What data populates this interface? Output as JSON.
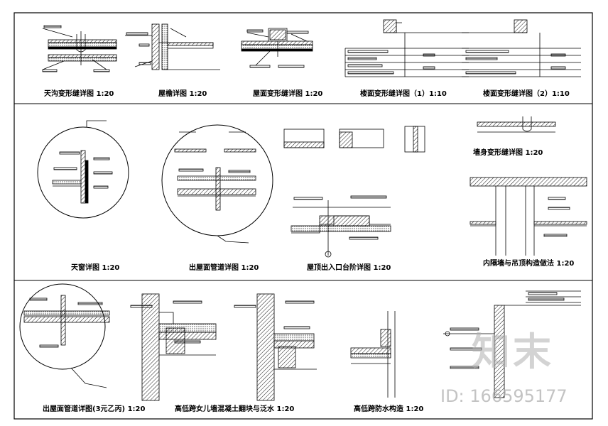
{
  "titles": {
    "skylight_joint": "天沟变形缝详图 1:20",
    "eave_gutter": "屋檐详图 1:20",
    "roof_joint": "屋面变形缝详图 1:20",
    "floor_joint_1": "楼面变形缝详图（1）1:10",
    "floor_joint_2": "楼面变形缝详图（2）1:10",
    "skylight": "天窗详图 1:20",
    "roof_pipe": "出屋面管道详图 1:20",
    "roof_exit_steps": "屋顶出入口台阶详图 1:20",
    "wall_joint": "墙身变形缝详图 1:20",
    "partition_ceiling": "内隔墙与吊顶构造做法 1:20",
    "roof_pipe_alt": "出屋面管道详图(3元乙丙) 1:20",
    "parapet_block": "高低跨女儿墙混凝土翻块与泛水 1:20",
    "parapet_waterproof": "高低跨防水构造 1:20"
  },
  "watermark": {
    "logo": "知末",
    "id": "ID: 166595177"
  }
}
